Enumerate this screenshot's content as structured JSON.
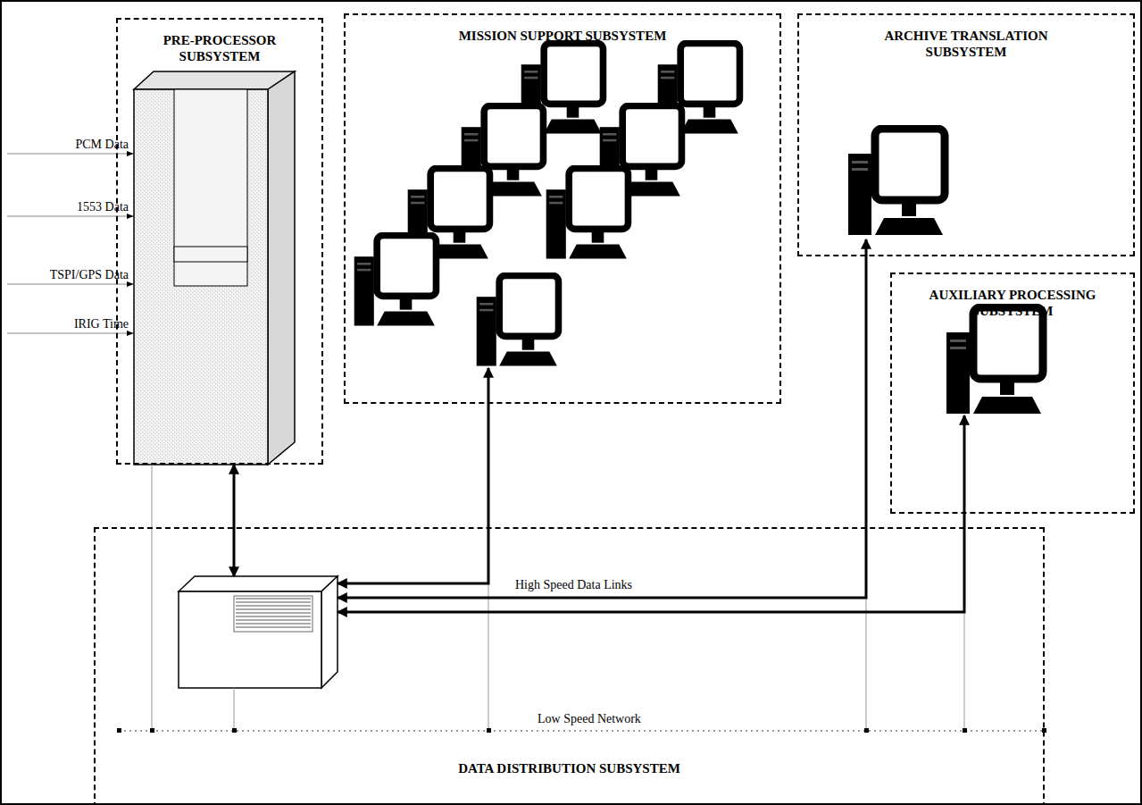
{
  "diagram": {
    "nodes": [
      {
        "text": [
          "PRE-PROCESSOR SUBSYSTEM"
        ]
      },
      {
        "text": [
          "MISSION SUPPORT SUBSYSTEM"
        ]
      },
      {
        "text": [
          "ARCHIVE TRANSLATION SUBSYSTEM"
        ]
      },
      {
        "text": [
          "AUXILIARY PROCESSING SUBSYSTEM"
        ]
      },
      {
        "text": [
          "DATA DISTRIBUTION SUBSYSTEM"
        ]
      }
    ],
    "edges": [
      {
        "from": 0,
        "to": 4,
        "arrow": "both"
      },
      {
        "from": 4,
        "to": 1,
        "arrow": "both"
      },
      {
        "from": 4,
        "to": 2,
        "arrow": "both",
        "label": "High Speed Data Links"
      },
      {
        "from": 4,
        "to": 3,
        "arrow": "both"
      }
    ],
    "labels": [
      "PCM Data",
      "1553 Data",
      "TSPI/GPS Data",
      "IRIG Time",
      "Low Speed Network"
    ]
  }
}
